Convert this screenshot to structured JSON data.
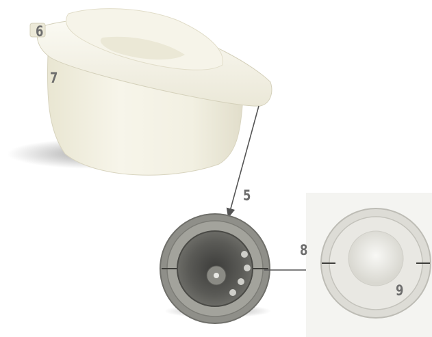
{
  "callouts": {
    "part_6": "6",
    "part_7": "7",
    "part_5": "5",
    "part_8": "8",
    "part_9": "9"
  },
  "colors": {
    "cup_body": "#f3f1e3",
    "gray_disc": "#8f8f89",
    "light_disc": "#dddcd6",
    "arrow": "#555555",
    "label": "#6e6e6e"
  }
}
